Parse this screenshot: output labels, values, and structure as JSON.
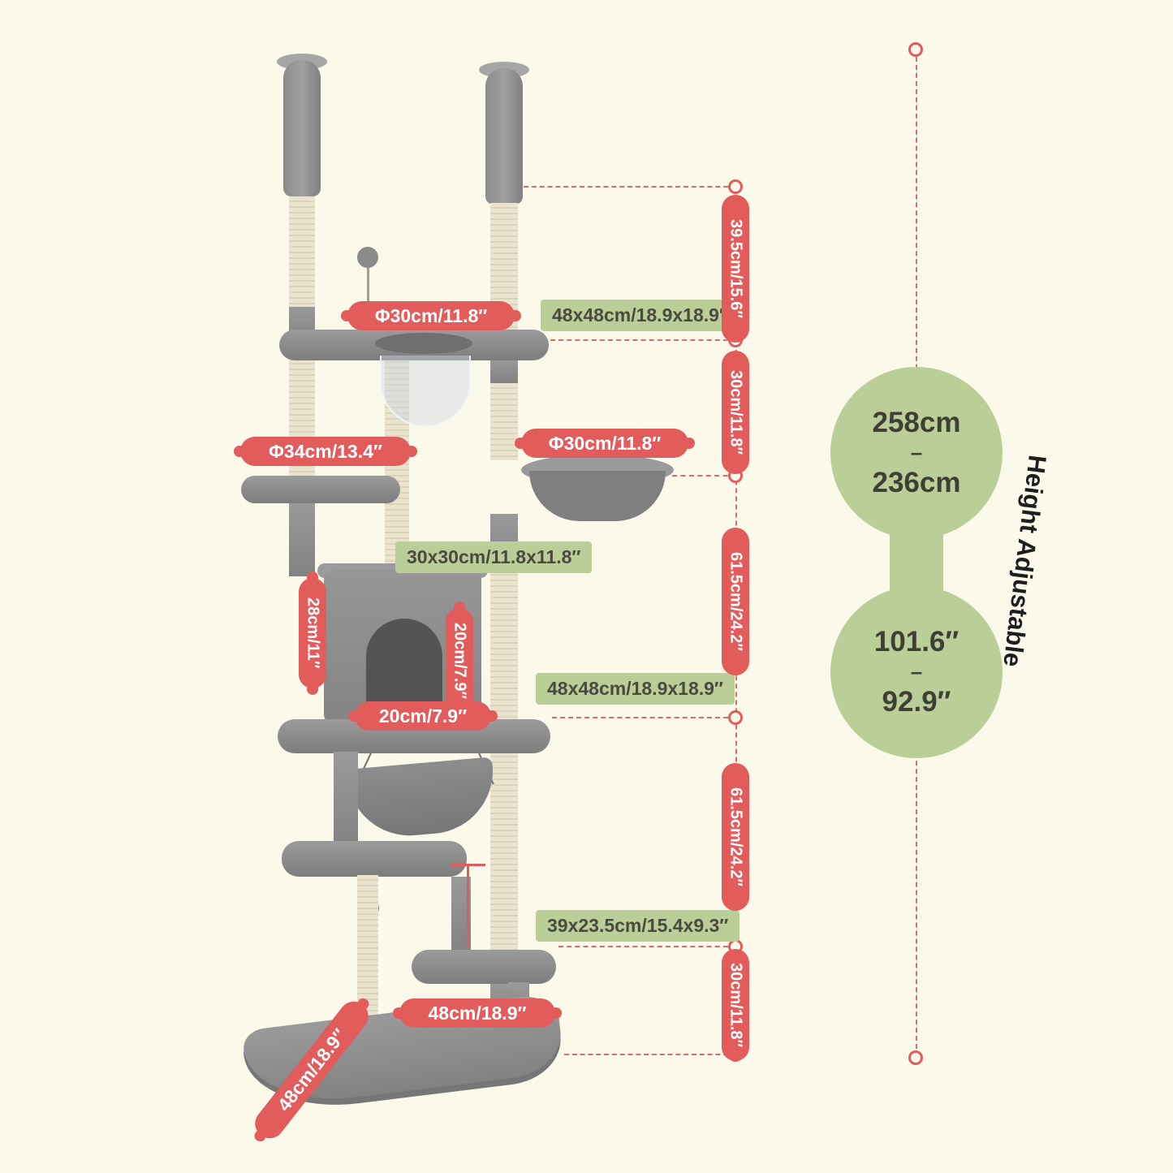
{
  "colors": {
    "background": "#FBF9E9",
    "accent_red": "#E25C5C",
    "accent_green": "#B9CF97",
    "dash_line": "#E06A6A",
    "green_text": "#4A4A3F"
  },
  "pills": {
    "top_hole": "Φ30cm/11.8″",
    "left_perch": "Φ34cm/13.4″",
    "basket": "Φ30cm/11.8″",
    "condo_height": "28cm/11″",
    "door_height": "20cm/7.9″",
    "door_width": "20cm/7.9″",
    "base_width": "48cm/18.9″",
    "base_depth": "48cm/18.9″"
  },
  "green_labels": {
    "top_platform": "48x48cm/18.9x18.9″",
    "condo": "30x30cm/11.8x11.8″",
    "mid_platform": "48x48cm/18.9x18.9″",
    "step": "39x23.5cm/15.4x9.3″"
  },
  "segments": [
    {
      "label": "39.5cm/15.6″"
    },
    {
      "label": "30cm/11.8″"
    },
    {
      "label": "61.5cm/24.2″"
    },
    {
      "label": "61.5cm/24.2″"
    },
    {
      "label": "30cm/11.8″"
    }
  ],
  "height_range": {
    "metric_max": "258cm",
    "dash": "–",
    "metric_min": "236cm",
    "imperial_max": "101.6″",
    "imperial_min": "92.9″",
    "caption": "Height Adjustable"
  }
}
